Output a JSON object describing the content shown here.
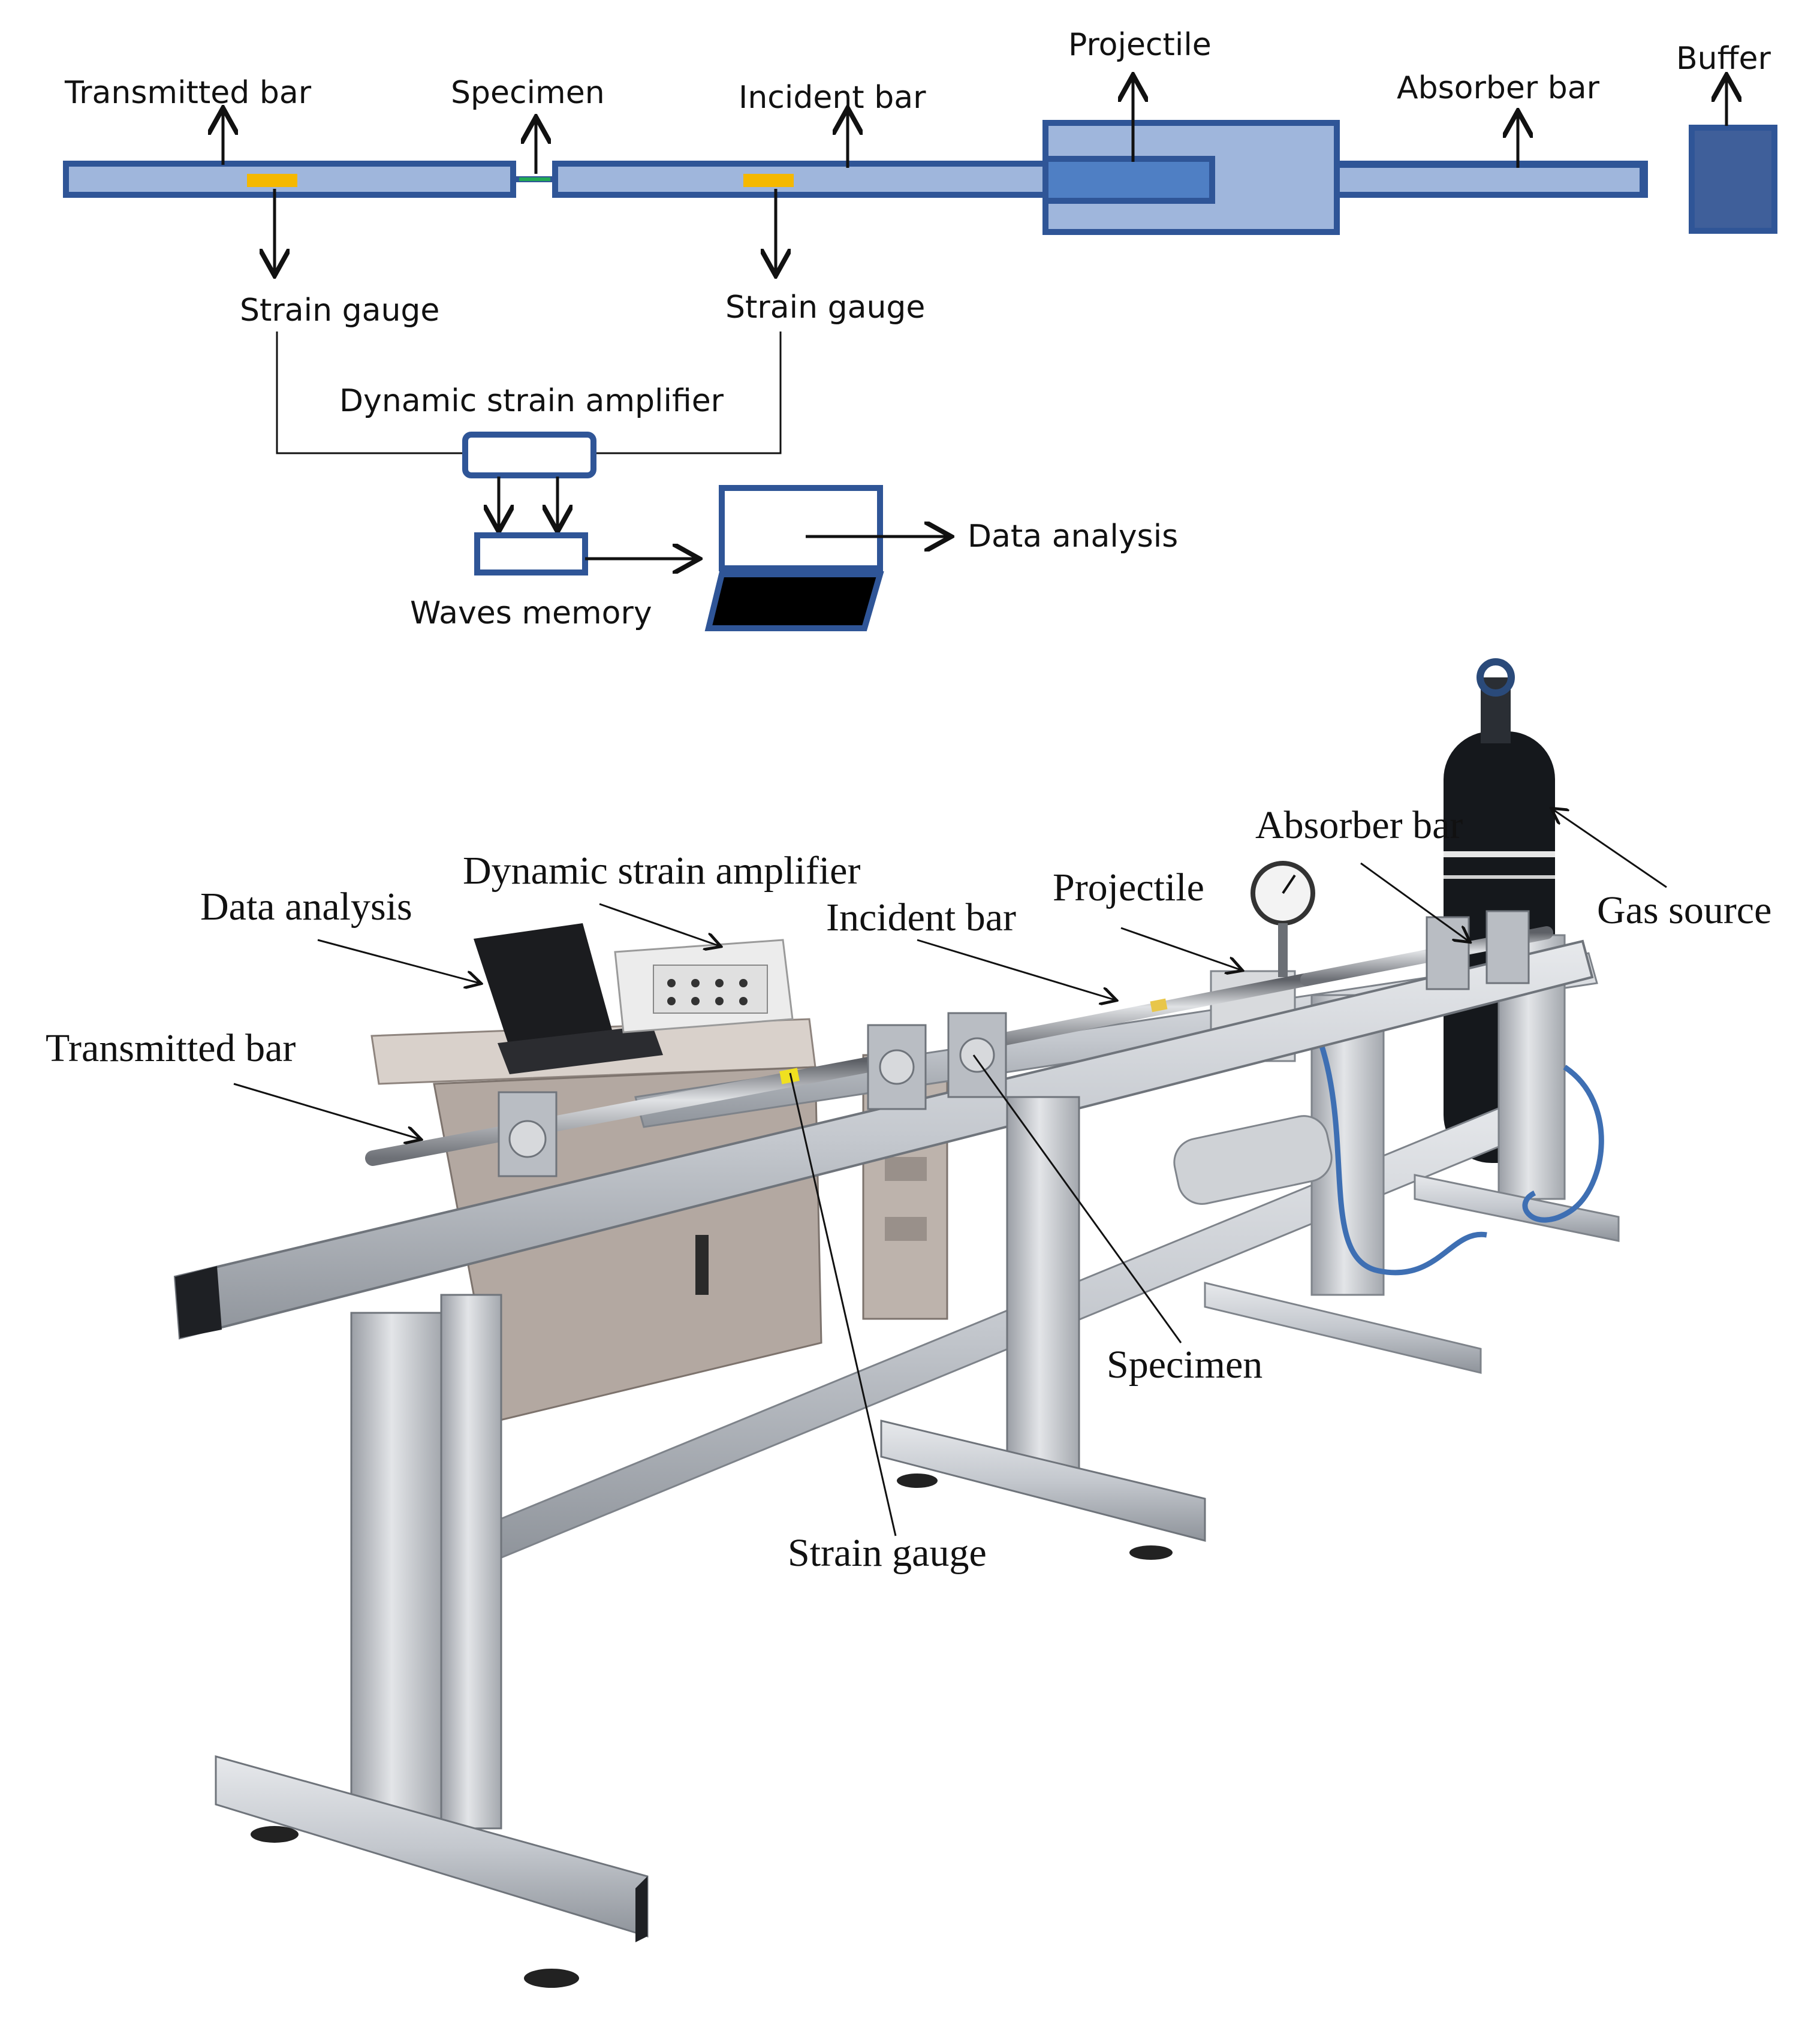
{
  "schematic": {
    "labels": {
      "transmitted_bar": "Transmitted bar",
      "specimen": "Specimen",
      "incident_bar": "Incident bar",
      "projectile": "Projectile",
      "absorber_bar": "Absorber bar",
      "buffer": "Buffer",
      "strain_gauge_left": "Strain gauge",
      "strain_gauge_right": "Strain gauge",
      "dynamic_strain_amplifier": "Dynamic strain amplifier",
      "waves_memory": "Waves memory",
      "data_analysis": "Data analysis"
    },
    "colors": {
      "bar_fill": "#9fb6dc",
      "bar_stroke": "#2f5597",
      "projectile_fill": "#4f7fc4",
      "buffer_fill": "#3f5f9a",
      "gauge": "#f5b800",
      "specimen": "#22aa55",
      "laptop_screen_dark": "#000000"
    }
  },
  "photo": {
    "labels": {
      "data_analysis": "Data analysis",
      "dynamic_strain_amplifier": "Dynamic strain amplifier",
      "incident_bar": "Incident bar",
      "projectile": "Projectile",
      "absorber_bar": "Absorber bar",
      "gas_source": "Gas source",
      "transmitted_bar": "Transmitted bar",
      "specimen": "Specimen",
      "strain_gauge": "Strain gauge"
    },
    "colors": {
      "frame_aluminum": "#c9ccd2",
      "frame_shadow": "#8d9199",
      "desk": "#b8aea8",
      "cylinder": "#111418",
      "hose": "#3e6fb3"
    }
  }
}
